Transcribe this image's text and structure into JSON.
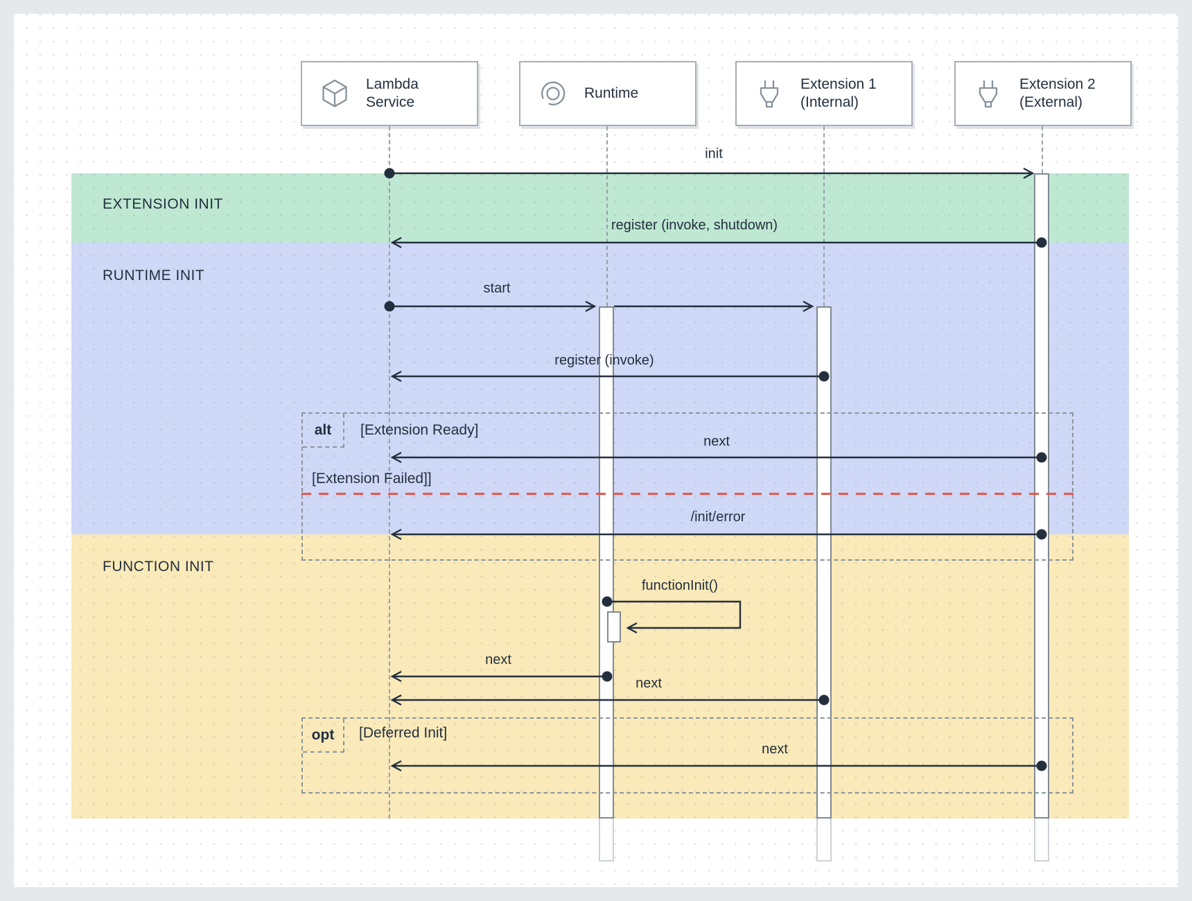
{
  "diagram_type": "sequence-diagram",
  "phases": [
    {
      "label": "EXTENSION INIT",
      "color": "#bfe8d2"
    },
    {
      "label": "RUNTIME INIT",
      "color": "#cfd8f6"
    },
    {
      "label": "FUNCTION INIT",
      "color": "#faeab9"
    }
  ],
  "participants": [
    {
      "name": "Lambda Service",
      "line1": "Lambda",
      "line2": "Service",
      "icon": "cube-icon"
    },
    {
      "name": "Runtime",
      "line1": "Runtime",
      "line2": "",
      "icon": "cycle-icon"
    },
    {
      "name": "Extension 1 (Internal)",
      "line1": "Extension 1",
      "line2": "(Internal)",
      "icon": "plug-icon"
    },
    {
      "name": "Extension 2 (External)",
      "line1": "Extension 2",
      "line2": "(External)",
      "icon": "plug-icon"
    }
  ],
  "messages": [
    {
      "label": "init",
      "from": "Lambda Service",
      "to": "Extension 2 (External)"
    },
    {
      "label": "register (invoke, shutdown)",
      "from": "Extension 2 (External)",
      "to": "Lambda Service"
    },
    {
      "label": "start",
      "from": "Lambda Service",
      "to": "Runtime / Extension 1 (Internal)"
    },
    {
      "label": "register (invoke)",
      "from": "Extension 1 (Internal)",
      "to": "Lambda Service"
    },
    {
      "label": "next",
      "from": "Extension 2 (External)",
      "to": "Lambda Service"
    },
    {
      "label": "/init/error",
      "from": "Extension 2 (External)",
      "to": "Lambda Service"
    },
    {
      "label": "functionInit()",
      "from": "Runtime",
      "to": "Runtime"
    },
    {
      "label": "next",
      "from": "Runtime",
      "to": "Lambda Service"
    },
    {
      "label": "next",
      "from": "Extension 1 (Internal)",
      "to": "Lambda Service"
    },
    {
      "label": "next",
      "from": "Extension 2 (External)",
      "to": "Lambda Service"
    }
  ],
  "frames": [
    {
      "operator": "alt",
      "guard1": "[Extension Ready]",
      "guard2": "[Extension Failed]]"
    },
    {
      "operator": "opt",
      "guard1": "[Deferred Init]"
    }
  ],
  "colors": {
    "background": "#e5e9eb",
    "panel": "#ffffff",
    "line_and_text": "#232f3e",
    "phase_extension_init": "#bfe8d2",
    "phase_runtime_init": "#cfd8f6",
    "phase_function_init": "#faeab9",
    "alt_divider_red": "#ef5348",
    "frame_border": "#8a939c",
    "icon_stroke": "#87929b"
  }
}
